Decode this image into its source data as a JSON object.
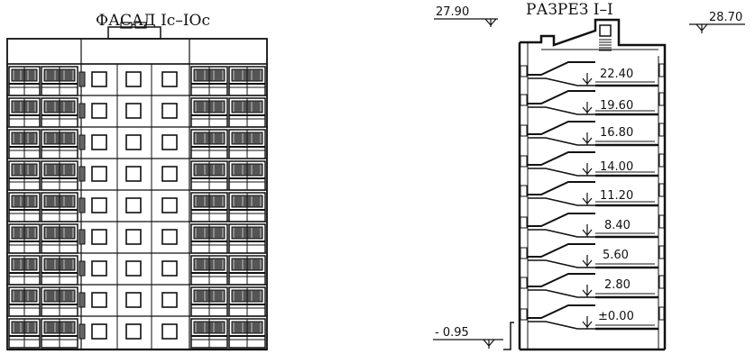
{
  "facade": {
    "title": "ФАСАД  Iс–IОс",
    "floors": 9
  },
  "section": {
    "title": "РАЗРЕЗ  I–I",
    "top_left_mark": "27.90",
    "top_right_mark": "28.70",
    "ground_mark": "- 0.95",
    "floor_marks": [
      "22.40",
      "19.60",
      "16.80",
      "14.00",
      "11.20",
      "8.40",
      "5.60",
      "2.80",
      "±0.00"
    ]
  },
  "colors": {
    "ink": "#111111",
    "paper": "#ffffff"
  }
}
